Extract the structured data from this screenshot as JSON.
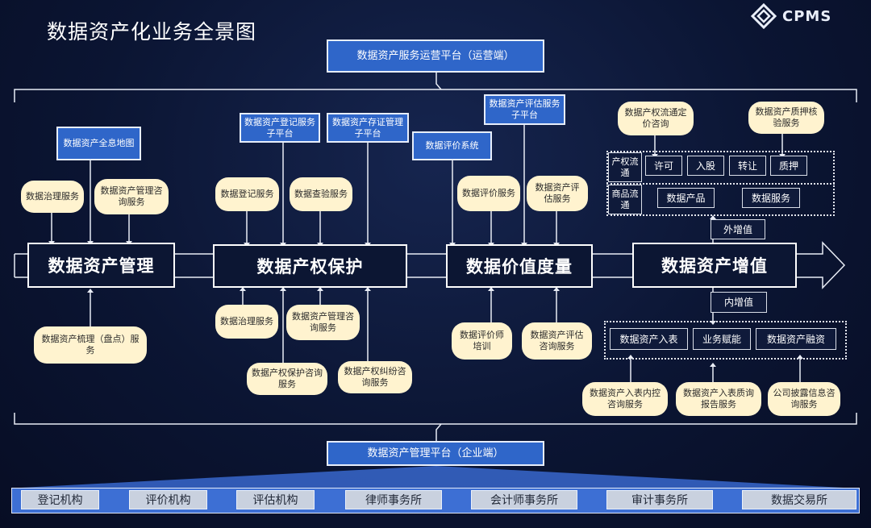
{
  "title": "数据资产化业务全景图",
  "logo_text": "CPMS",
  "top_platform": "数据资产服务运营平台（运营端）",
  "bottom_platform": "数据资产管理平台（企业端）",
  "stages": [
    "数据资产管理",
    "数据产权保护",
    "数据价值度量",
    "数据资产增值"
  ],
  "blue_boxes": {
    "quanxi": "数据资产全息地图",
    "dengji": "数据资产登记服务子平台",
    "cunzheng": "数据资产存证管理子平台",
    "pingjia": "数据评价系统",
    "pinggu": "数据资产评估服务子平台"
  },
  "pills": {
    "zhili": "数据治理服务",
    "guanli_zixun": "数据资产管理咨询服务",
    "shuli": "数据资产梳理（盘点）服务",
    "dengji_fw": "数据登记服务",
    "chayan": "数据查验服务",
    "zhili2": "数据治理服务",
    "guanli_zixun2": "数据资产管理咨询服务",
    "chanquan_baohu": "数据产权保护咨询服务",
    "jiufen": "数据产权纠纷咨询服务",
    "pingjia_fw": "数据评价服务",
    "pinggu_fw": "数据资产评估服务",
    "peixun": "数据评价师培训",
    "pinggu_zixun": "数据资产评估咨询服务",
    "liuzhuan": "数据产权流通定价咨询",
    "zhiya": "数据资产质押核验服务",
    "ruobiao_neikong": "数据资产入表内控咨询服务",
    "ruobiao_baogao": "数据资产入表质询报告服务",
    "pilu": "公司披露信息咨询服务"
  },
  "outer_value": {
    "label": "外增值",
    "row1_label": "产权流通",
    "row1_items": [
      "许可",
      "入股",
      "转让",
      "质押"
    ],
    "row2_label": "商品流通",
    "row2_items": [
      "数据产品",
      "数据服务"
    ]
  },
  "inner_value": {
    "label": "内增值",
    "items": [
      "数据资产入表",
      "业务赋能",
      "数据资产融资"
    ]
  },
  "organizations": [
    "登记机构",
    "评价机构",
    "评估机构",
    "律师事务所",
    "会计师事务所",
    "审计事务所",
    "数据交易所"
  ]
}
